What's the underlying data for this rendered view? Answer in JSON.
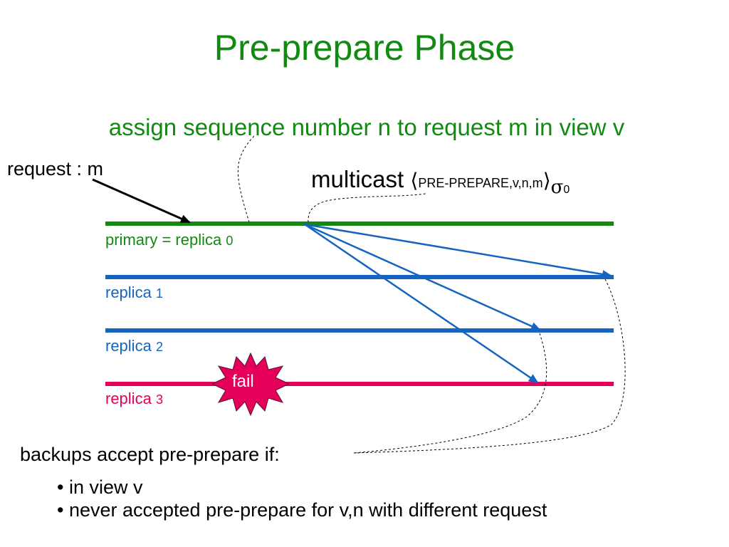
{
  "title": "Pre-prepare Phase",
  "subtitle": "assign sequence number n to request m in view v",
  "request_label": "request : m",
  "multicast": {
    "word": "multicast",
    "open": "⟨",
    "message": "PRE-PREPARE,v,n,m",
    "close": "⟩",
    "sigma": "σ",
    "sigma_sub": "0"
  },
  "replicas": [
    {
      "label": "primary = replica",
      "num": "0",
      "color": "#128a12"
    },
    {
      "label": "replica",
      "num": "1",
      "color": "#1565c0"
    },
    {
      "label": "replica",
      "num": "2",
      "color": "#1565c0"
    },
    {
      "label": "replica",
      "num": "3",
      "color": "#e5005a"
    }
  ],
  "fail_label": "fail",
  "backups_heading": "backups accept pre-prepare if:",
  "conditions": [
    "• in view v",
    "• never accepted pre-prepare for v,n with different request"
  ]
}
